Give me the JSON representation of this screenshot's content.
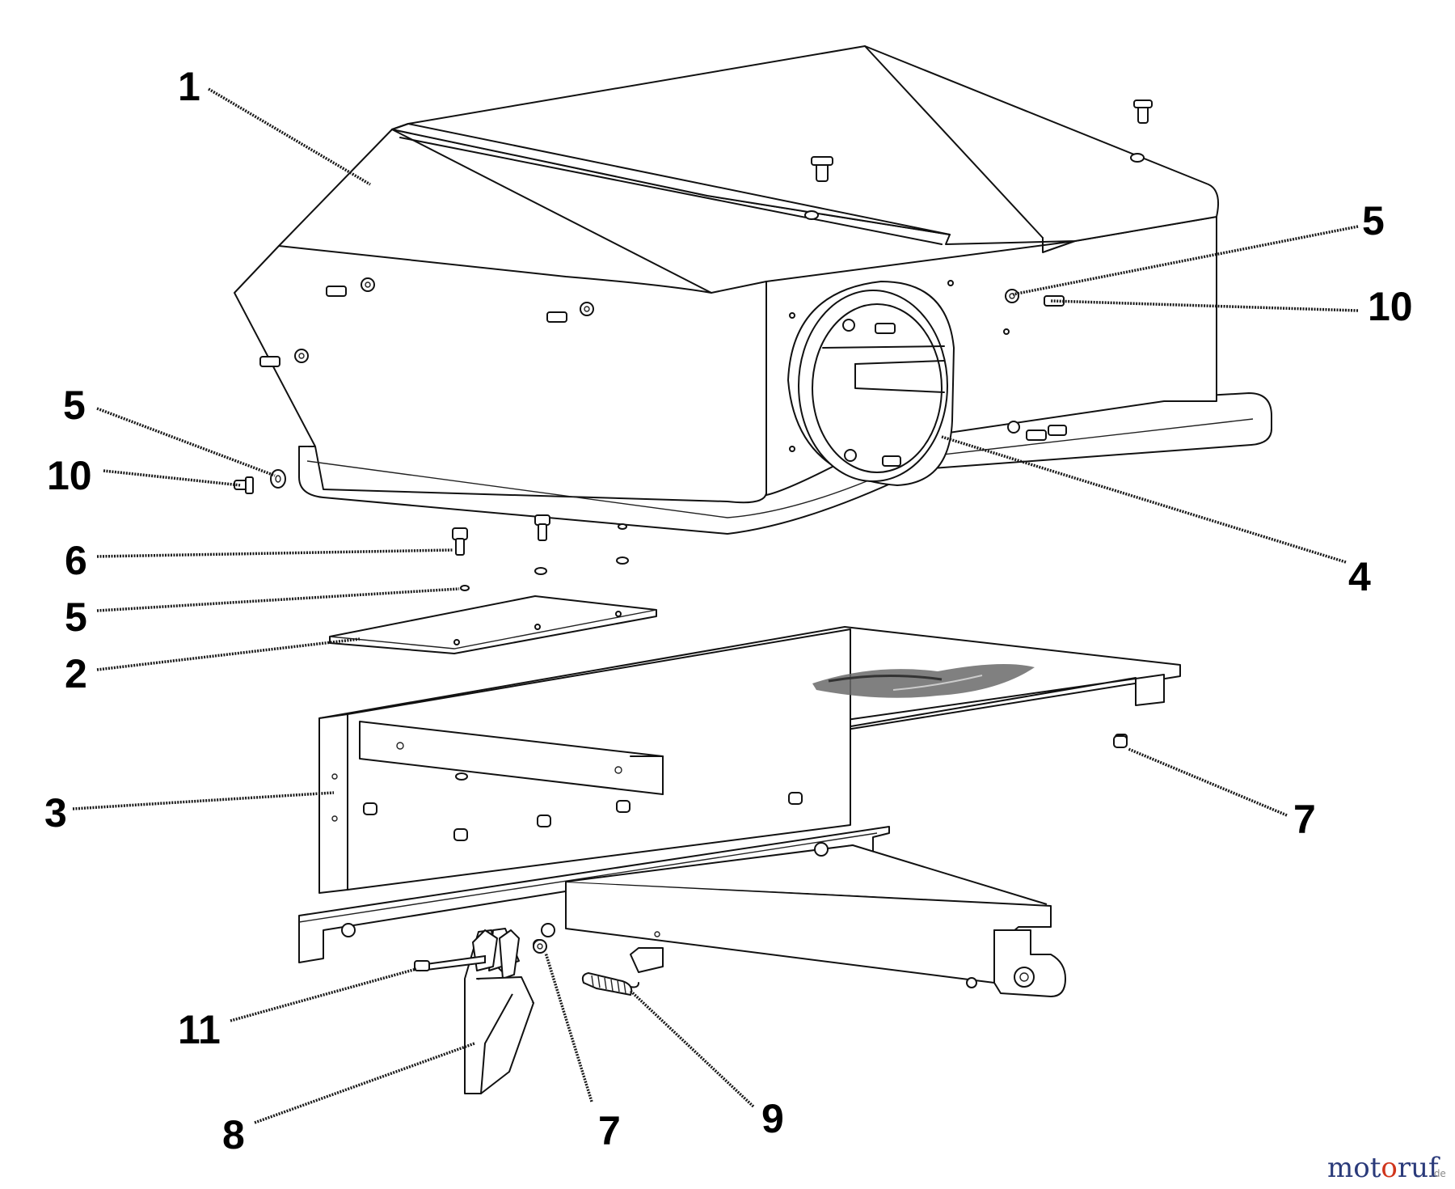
{
  "callouts": [
    {
      "id": "c1a",
      "label": "1"
    },
    {
      "id": "c2a",
      "label": "2"
    },
    {
      "id": "c3a",
      "label": "3"
    },
    {
      "id": "c4a",
      "label": "4"
    },
    {
      "id": "c5a",
      "label": "5"
    },
    {
      "id": "c5b",
      "label": "5"
    },
    {
      "id": "c5c",
      "label": "5"
    },
    {
      "id": "c6a",
      "label": "6"
    },
    {
      "id": "c7a",
      "label": "7"
    },
    {
      "id": "c7b",
      "label": "7"
    },
    {
      "id": "c8a",
      "label": "8"
    },
    {
      "id": "c9a",
      "label": "9"
    },
    {
      "id": "c10a",
      "label": "10"
    },
    {
      "id": "c10b",
      "label": "10"
    },
    {
      "id": "c11a",
      "label": "11"
    }
  ],
  "watermark": {
    "part1": "mot",
    "part2": "o",
    "part3": "ruf",
    "suffix": ".de",
    "colors": {
      "dark": "#2a3a7a",
      "accent": "#d0351c"
    }
  }
}
